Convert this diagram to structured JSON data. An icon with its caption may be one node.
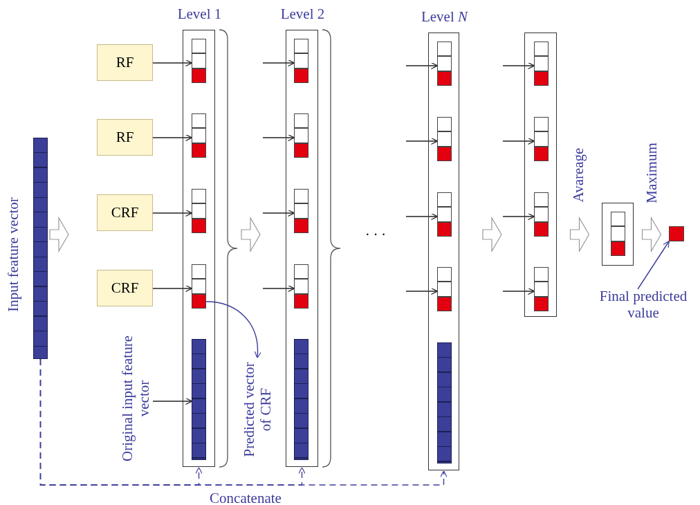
{
  "diagram": {
    "nodes": [
      {
        "text": [],
        "shape": "bar",
        "beside": [
          "Input feature vector"
        ]
      },
      {
        "text": [
          "RF"
        ]
      },
      {
        "text": [
          "RF"
        ]
      },
      {
        "text": [
          "CRF"
        ]
      },
      {
        "text": [
          "CRF"
        ]
      },
      {
        "text": [
          "Level 1"
        ]
      },
      {
        "text": [],
        "shape": "box",
        "in": 5
      },
      {
        "text": [],
        "shape": "box",
        "in": 5
      },
      {
        "text": [],
        "shape": "box",
        "in": 5
      },
      {
        "text": [],
        "shape": "box",
        "in": 5
      },
      {
        "text": [],
        "shape": "bar",
        "in": 5
      },
      {
        "text": [
          "Level 2"
        ]
      },
      {
        "text": [],
        "shape": "box",
        "in": 11
      },
      {
        "text": [],
        "shape": "box",
        "in": 11
      },
      {
        "text": [],
        "shape": "box",
        "in": 11
      },
      {
        "text": [],
        "shape": "box",
        "in": 11
      },
      {
        "text": [],
        "shape": "bar",
        "in": 11
      },
      {
        "text": [
          "Level *N*"
        ]
      },
      {
        "text": [],
        "shape": "box",
        "in": 17
      },
      {
        "text": [],
        "shape": "box",
        "in": 17
      },
      {
        "text": [],
        "shape": "box",
        "in": 17
      },
      {
        "text": [],
        "shape": "box",
        "in": 17
      },
      {
        "text": [],
        "shape": "bar",
        "in": 17
      },
      {
        "text": [],
        "shape": "box"
      },
      {
        "text": [],
        "shape": "box",
        "in": 23
      },
      {
        "text": [],
        "shape": "box",
        "in": 23
      },
      {
        "text": [],
        "shape": "box",
        "in": 23
      },
      {
        "text": [],
        "shape": "box",
        "in": 23
      },
      {
        "text": [],
        "shape": "box"
      },
      {
        "text": [],
        "shape": "box"
      },
      {
        "text": [
          "Original input feature vector"
        ]
      },
      {
        "text": [
          "Predicted vector of CRF"
        ]
      },
      {
        "text": [
          "Final predicted value"
        ]
      }
    ],
    "edges": [
      {
        "from": 1,
        "to": 6,
        "arrow": "to"
      },
      {
        "from": 2,
        "to": 7,
        "arrow": "to"
      },
      {
        "from": 3,
        "to": 8,
        "arrow": "to"
      },
      {
        "from": 4,
        "to": 9,
        "arrow": "to"
      },
      {
        "from": 30,
        "to": 10,
        "arrow": "to"
      },
      {
        "from": 9,
        "to": 31,
        "arrow": "to",
        "color": "#3c3c9c"
      },
      {
        "from": null,
        "to": 12,
        "arrow": "to"
      },
      {
        "from": null,
        "to": 13,
        "arrow": "to"
      },
      {
        "from": null,
        "to": 14,
        "arrow": "to"
      },
      {
        "from": null,
        "to": 15,
        "arrow": "to"
      },
      {
        "from": null,
        "to": 18,
        "arrow": "to"
      },
      {
        "from": null,
        "to": 19,
        "arrow": "to"
      },
      {
        "from": null,
        "to": 20,
        "arrow": "to"
      },
      {
        "from": null,
        "to": 21,
        "arrow": "to"
      },
      {
        "from": null,
        "to": 24,
        "arrow": "to"
      },
      {
        "from": null,
        "to": 25,
        "arrow": "to"
      },
      {
        "from": null,
        "to": 26,
        "arrow": "to"
      },
      {
        "from": null,
        "to": 27,
        "arrow": "to"
      },
      {
        "from": 0,
        "to": null,
        "arrow": "to",
        "style": "thick"
      },
      {
        "from": 5,
        "to": 11,
        "arrow": "to",
        "style": "thick"
      },
      {
        "from": 17,
        "to": 23,
        "arrow": "to",
        "style": "thick"
      },
      {
        "from": 23,
        "to": 28,
        "arrow": "to",
        "style": "thick",
        "label": "Avareage"
      },
      {
        "from": 28,
        "to": 29,
        "arrow": "to",
        "style": "thick",
        "label": "Maximum"
      },
      {
        "from": 32,
        "to": 29,
        "arrow": "to",
        "color": "#3c3c9c"
      },
      {
        "from": 0,
        "to": 5,
        "arrow": "to",
        "style": "dashed",
        "color": "#3c3c9c"
      },
      {
        "from": 0,
        "to": 11,
        "arrow": "to",
        "style": "dashed",
        "color": "#3c3c9c",
        "label": "Concatenate"
      },
      {
        "from": 0,
        "to": 17,
        "arrow": "to",
        "style": "dashed",
        "color": "#3c3c9c"
      }
    ],
    "labels": [
      "· · ·"
    ]
  }
}
